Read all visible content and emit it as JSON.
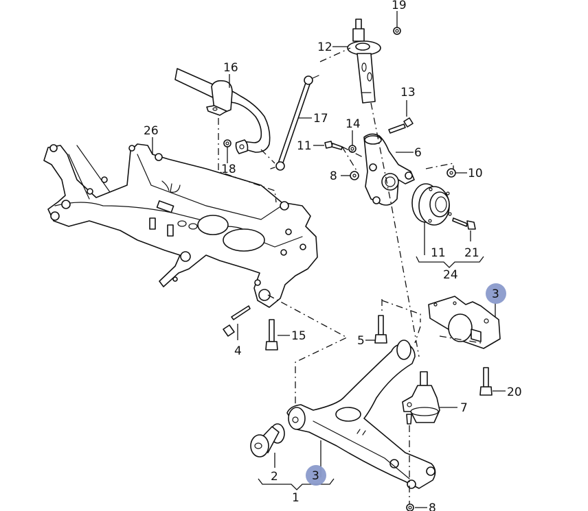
{
  "diagram": {
    "title": "Front axle subframe, suspension and control arm exploded parts view",
    "highlight_color": "#8a9acb",
    "line_color": "#111111",
    "callouts": [
      {
        "id": "c1",
        "label": "1",
        "part": "control-arm-assembly"
      },
      {
        "id": "c2",
        "label": "2",
        "part": "front-bushing"
      },
      {
        "id": "c3a",
        "label": "3",
        "part": "rear-bushing-bracket",
        "highlighted": true
      },
      {
        "id": "c3b",
        "label": "3",
        "part": "control-arm",
        "highlighted": true
      },
      {
        "id": "c4",
        "label": "4",
        "part": "subframe-bolt"
      },
      {
        "id": "c5",
        "label": "5",
        "part": "bracket-bolt"
      },
      {
        "id": "c6",
        "label": "6",
        "part": "steering-knuckle"
      },
      {
        "id": "c7",
        "label": "7",
        "part": "ball-joint"
      },
      {
        "id": "c8a",
        "label": "8",
        "part": "knuckle-nut"
      },
      {
        "id": "c8b",
        "label": "8",
        "part": "ball-joint-nut"
      },
      {
        "id": "c10",
        "label": "10",
        "part": "nut"
      },
      {
        "id": "c11a",
        "label": "11",
        "part": "knuckle-bolt"
      },
      {
        "id": "c11b",
        "label": "11",
        "part": "wheel-hub"
      },
      {
        "id": "c12",
        "label": "12",
        "part": "strut"
      },
      {
        "id": "c13",
        "label": "13",
        "part": "strut-clamp-bolt"
      },
      {
        "id": "c14",
        "label": "14",
        "part": "clamp-nut"
      },
      {
        "id": "c15",
        "label": "15",
        "part": "subframe-bolt-vertical"
      },
      {
        "id": "c16",
        "label": "16",
        "part": "stabilizer-bar"
      },
      {
        "id": "c17",
        "label": "17",
        "part": "stabilizer-link"
      },
      {
        "id": "c18",
        "label": "18",
        "part": "stabilizer-nut"
      },
      {
        "id": "c19",
        "label": "19",
        "part": "strut-top-nut"
      },
      {
        "id": "c20",
        "label": "20",
        "part": "bracket-bolt-vertical"
      },
      {
        "id": "c21",
        "label": "21",
        "part": "hub-bolt"
      },
      {
        "id": "c24",
        "label": "24",
        "part": "wheel-hub-assembly"
      },
      {
        "id": "c26",
        "label": "26",
        "part": "subframe"
      }
    ]
  }
}
